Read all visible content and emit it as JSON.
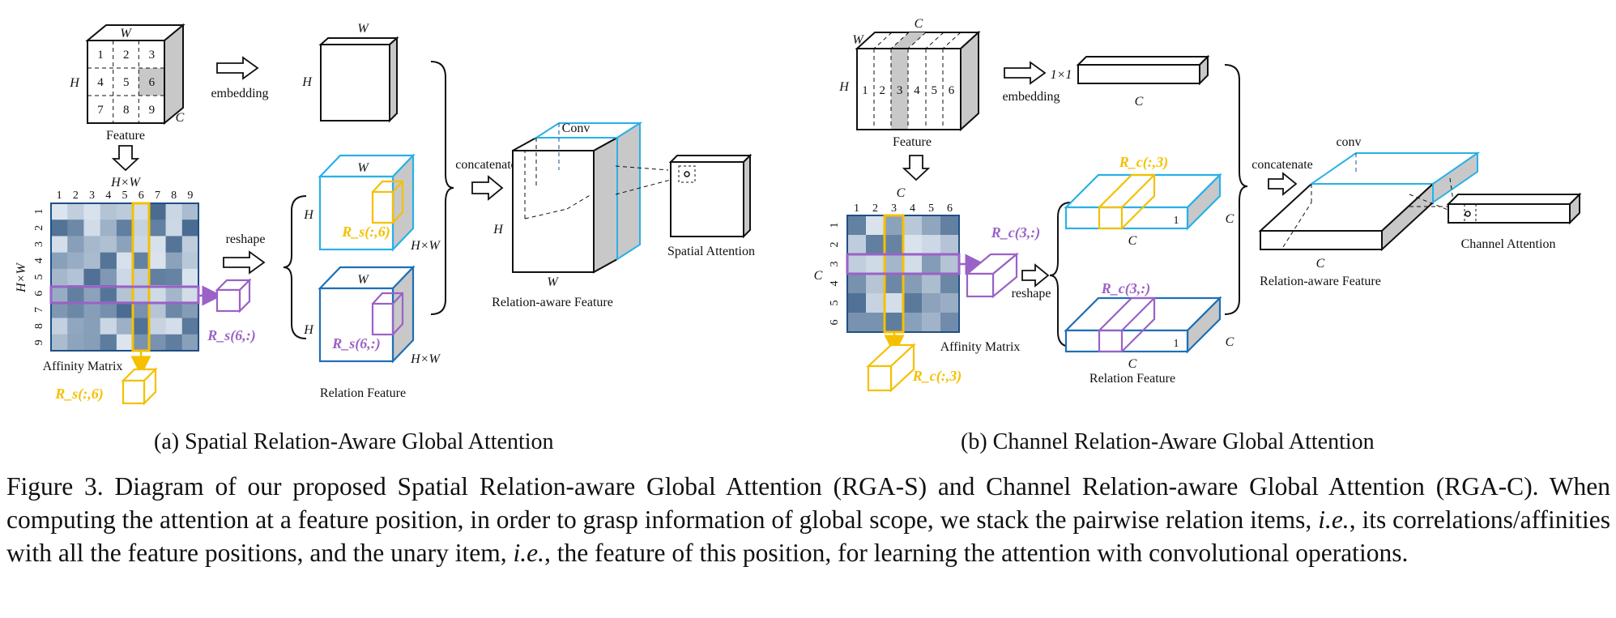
{
  "spatial": {
    "feature": {
      "label": "Feature",
      "dim_w": "W",
      "dim_h": "H",
      "dim_c": "C",
      "cells": [
        "1",
        "2",
        "3",
        "4",
        "5",
        "6",
        "7",
        "8",
        "9"
      ]
    },
    "embedding_label": "embedding",
    "embed_block": {
      "dim_w": "W",
      "dim_h": "H"
    },
    "hw_label": "H×W",
    "affinity": {
      "label": "Affinity Matrix",
      "row_axis_label": "H×W",
      "col_ticks": [
        "1",
        "2",
        "3",
        "4",
        "5",
        "6",
        "7",
        "8",
        "9"
      ],
      "row_ticks": [
        "1",
        "2",
        "3",
        "4",
        "5",
        "6",
        "7",
        "8",
        "9"
      ],
      "highlight_row": 6,
      "highlight_col": 6
    },
    "reshape_label": "reshape",
    "row_vector_label": "R_s(6,:)",
    "col_vector_label": "R_s(:,6)",
    "relation_feature": {
      "label": "Relation Feature",
      "top": {
        "dim_w": "W",
        "dim_h": "H",
        "dim_hw": "H×W",
        "slice_label": "R_s(:,6)"
      },
      "bottom": {
        "dim_w": "W",
        "dim_h": "H",
        "dim_hw": "H×W",
        "slice_label": "R_s(6,:)"
      }
    },
    "concatenate_label": "concatenate",
    "conv_label": "Conv",
    "relation_aware": {
      "label": "Relation-aware Feature",
      "dim_h": "H",
      "dim_w": "W"
    },
    "attention_label": "Spatial Attention",
    "subcaption": "(a)  Spatial Relation-Aware Global Attention"
  },
  "channel": {
    "feature": {
      "label": "Feature",
      "dim_c": "C",
      "dim_w": "W",
      "dim_h": "H",
      "cells": [
        "1",
        "2",
        "3",
        "4",
        "5",
        "6"
      ]
    },
    "embedding_label": "embedding",
    "embed_block": {
      "dim_11": "1×1",
      "dim_c": "C"
    },
    "affinity": {
      "label": "Affinity Matrix",
      "top_label": "C",
      "row_axis_label": "C",
      "col_ticks": [
        "1",
        "2",
        "3",
        "4",
        "5",
        "6"
      ],
      "row_ticks": [
        "1",
        "2",
        "3",
        "4",
        "5",
        "6"
      ],
      "highlight_row": 3,
      "highlight_col": 3
    },
    "reshape_label": "reshape",
    "row_vector_label": "R_c(3,:)",
    "col_vector_label": "R_c(:,3)",
    "relation_feature": {
      "label": "Relation Feature",
      "top": {
        "slice_label": "R_c(:,3)",
        "dim_one": "1",
        "dim_c_right": "C",
        "dim_c_bottom": "C"
      },
      "bottom": {
        "slice_label": "R_c(3,:)",
        "dim_one": "1",
        "dim_c_right": "C",
        "dim_c_bottom": "C"
      }
    },
    "concatenate_label": "concatenate",
    "conv_label": "conv",
    "relation_aware": {
      "label": "Relation-aware Feature",
      "dim_c": "C"
    },
    "attention_label": "Channel Attention",
    "subcaption": "(b)  Channel Relation-Aware Global Attention"
  },
  "caption": {
    "part1": "Figure 3. Diagram of our proposed Spatial Relation-aware Global Attention (RGA-S) and Channel Relation-aware Global Attention (RGA-C). When computing the attention at a feature position, in order to grasp information of global scope, we stack the pairwise relation items, ",
    "ie1": "i.e.",
    "part2": ", its correlations/affinities with all the feature positions, and the unary item, ",
    "ie2": "i.e.",
    "part3": ", the feature of this position, for learning the attention with convolutional operations."
  },
  "colors": {
    "cyan": "#29b1e8",
    "blue": "#1f6fb5",
    "yellow": "#f5c000",
    "purple": "#9a62c6",
    "gray_face": "#c8c8c8",
    "matrix_light": "#dbe5ef",
    "matrix_dark": "#47698f"
  }
}
